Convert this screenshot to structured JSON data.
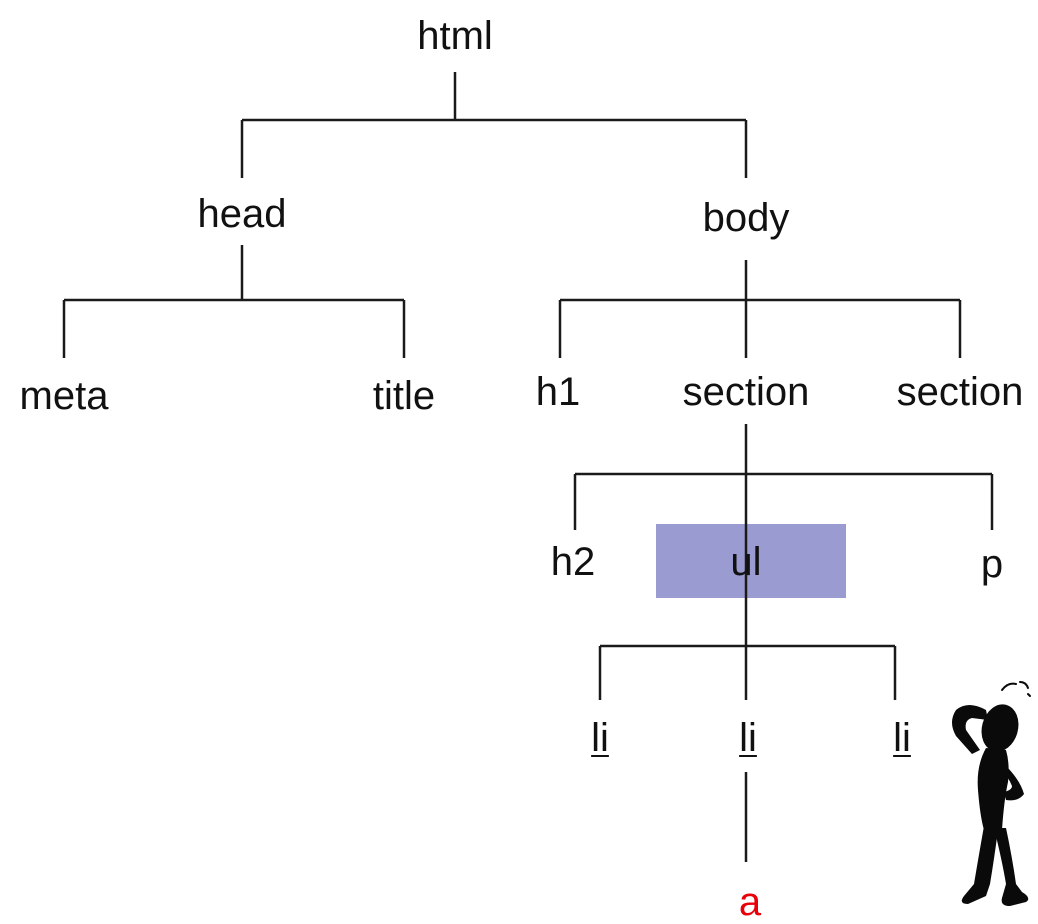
{
  "colors": {
    "line": "#1a1a1a",
    "text": "#111111",
    "highlight": "#9a9bd0",
    "accent_text": "#e8000b",
    "figure": "#0a0a0a"
  },
  "nodes": {
    "html": "html",
    "head": "head",
    "body": "body",
    "meta": "meta",
    "title": "title",
    "h1": "h1",
    "section1": "section",
    "section2": "section",
    "h2": "h2",
    "ul": "ul",
    "p": "p",
    "li1": "li",
    "li2": "li",
    "li3": "li",
    "a": "a"
  },
  "highlighted_node": "ul",
  "icons": [
    "thinking-person-icon"
  ]
}
